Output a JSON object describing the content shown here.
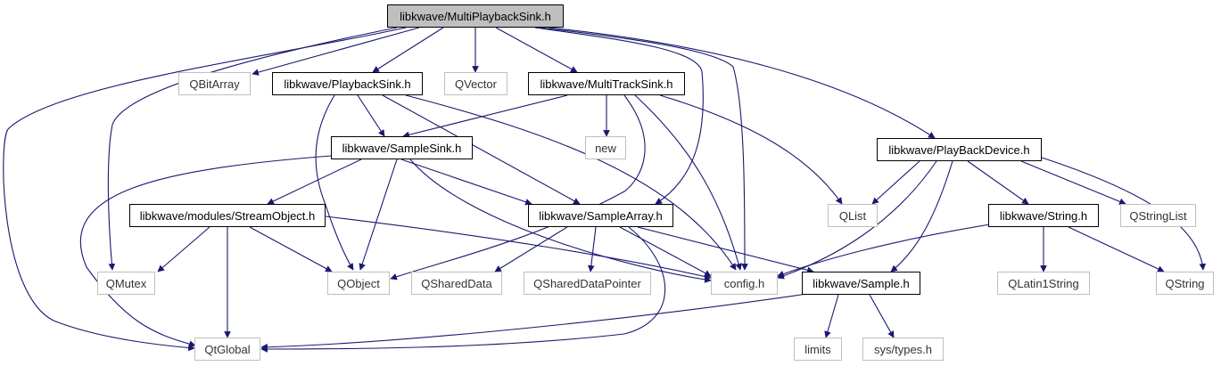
{
  "title": "libkwave/MultiPlaybackSink.h",
  "colors": {
    "edge": "#191970",
    "root_fill": "#bfbfbf",
    "system_border": "#bfbfbf",
    "local_border": "#000000"
  },
  "nodes": {
    "root": "libkwave/MultiPlaybackSink.h",
    "qbitarray": "QBitArray",
    "playbacksink": "libkwave/PlaybackSink.h",
    "qvector": "QVector",
    "multitracksink": "libkwave/MultiTrackSink.h",
    "new": "new",
    "samplesink": "libkwave/SampleSink.h",
    "playbackdevice": "libkwave/PlayBackDevice.h",
    "streamobject": "libkwave/modules/StreamObject.h",
    "samplearray": "libkwave/SampleArray.h",
    "qlist": "QList",
    "string": "libkwave/String.h",
    "qstringlist": "QStringList",
    "qmutex": "QMutex",
    "qobject": "QObject",
    "qshareddata": "QSharedData",
    "qshareddatapointer": "QSharedDataPointer",
    "config": "config.h",
    "sample": "libkwave/Sample.h",
    "qlatin1string": "QLatin1String",
    "qstring": "QString",
    "qtglobal": "QtGlobal",
    "limits": "limits",
    "systypes": "sys/types.h"
  }
}
